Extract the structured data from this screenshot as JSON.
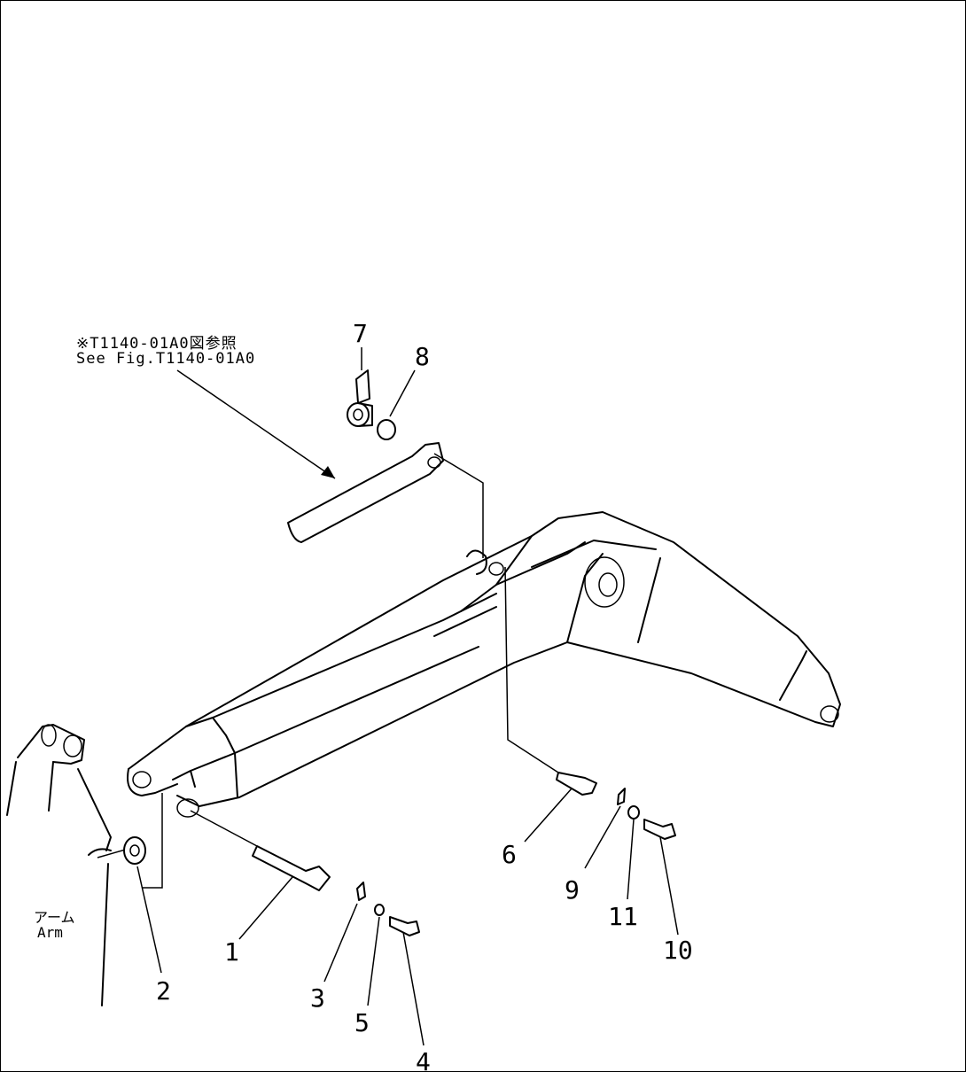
{
  "reference": {
    "japanese": "※T1140-01A0図参照",
    "english": "See Fig.T1140-01A0"
  },
  "arm": {
    "japanese": "アーム",
    "english": "Arm"
  },
  "callouts": {
    "c1": "1",
    "c2": "2",
    "c3": "3",
    "c4": "4",
    "c5": "5",
    "c6": "6",
    "c7": "7",
    "c8": "8",
    "c9": "9",
    "c10": "10",
    "c11": "11"
  }
}
